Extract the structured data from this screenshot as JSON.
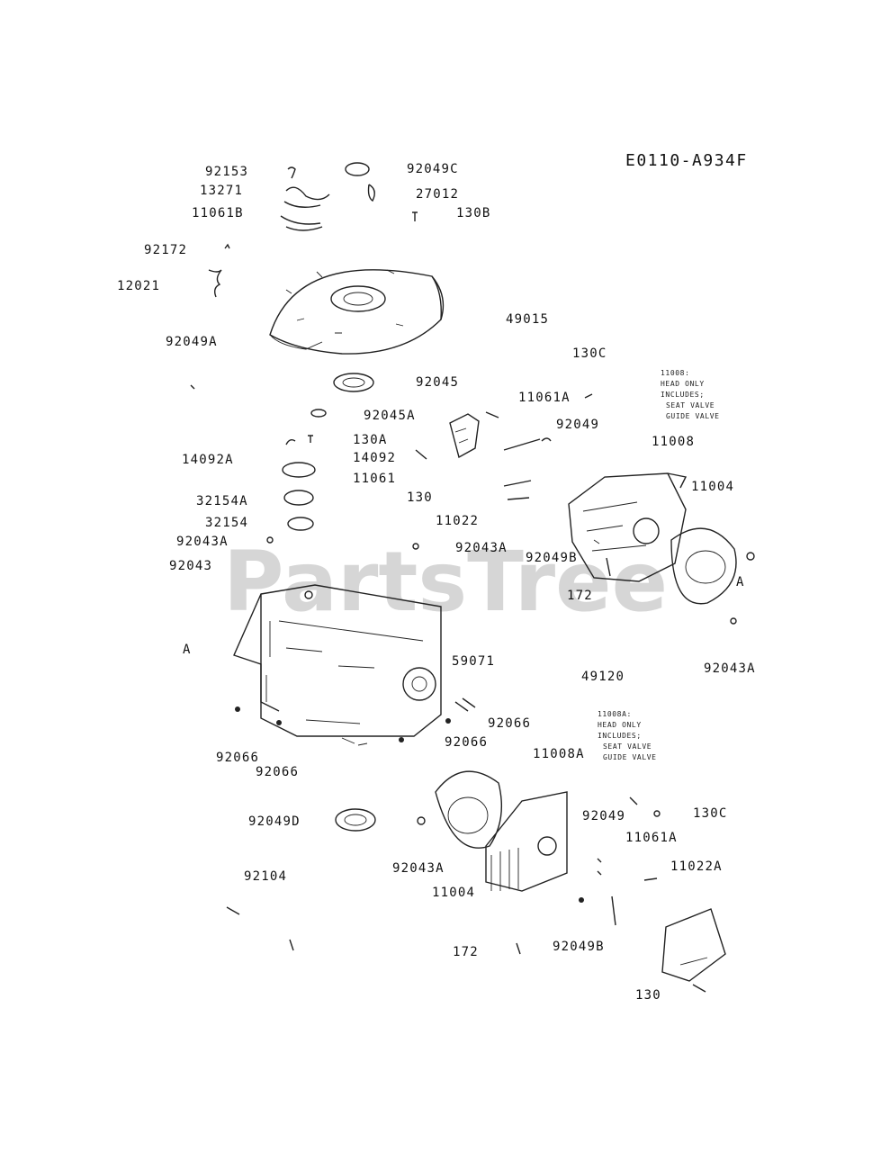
{
  "diagram_code": "E0110-A934F",
  "watermark": "PartsTree",
  "colors": {
    "line": "#222222",
    "watermark": "#c9c9c9",
    "background": "#ffffff"
  },
  "labels": [
    "92153",
    "92049C",
    "13271",
    "27012",
    "11061B",
    "130B",
    "92172",
    "12021",
    "49015",
    "92049A",
    "130C",
    "92045",
    "11061A",
    "92045A",
    "92049",
    "11008",
    "130A",
    "14092A",
    "14092",
    "11061",
    "11004",
    "32154A",
    "130",
    "11022",
    "32154",
    "92043A",
    "92043A",
    "92049B",
    "92043",
    "A",
    "172",
    "A",
    "59071",
    "92043A",
    "49120",
    "92066",
    "92066",
    "11008A",
    "92066",
    "92066",
    "92049D",
    "92049",
    "130C",
    "11061A",
    "92104",
    "92043A",
    "11022A",
    "11004",
    "172",
    "92049B",
    "130"
  ],
  "notes": {
    "upper": [
      "11008:",
      "HEAD ONLY",
      "INCLUDES;",
      "SEAT VALVE",
      "GUIDE VALVE"
    ],
    "lower": [
      "11008A:",
      "HEAD ONLY",
      "INCLUDES;",
      "SEAT VALVE",
      "GUIDE VALVE"
    ]
  }
}
